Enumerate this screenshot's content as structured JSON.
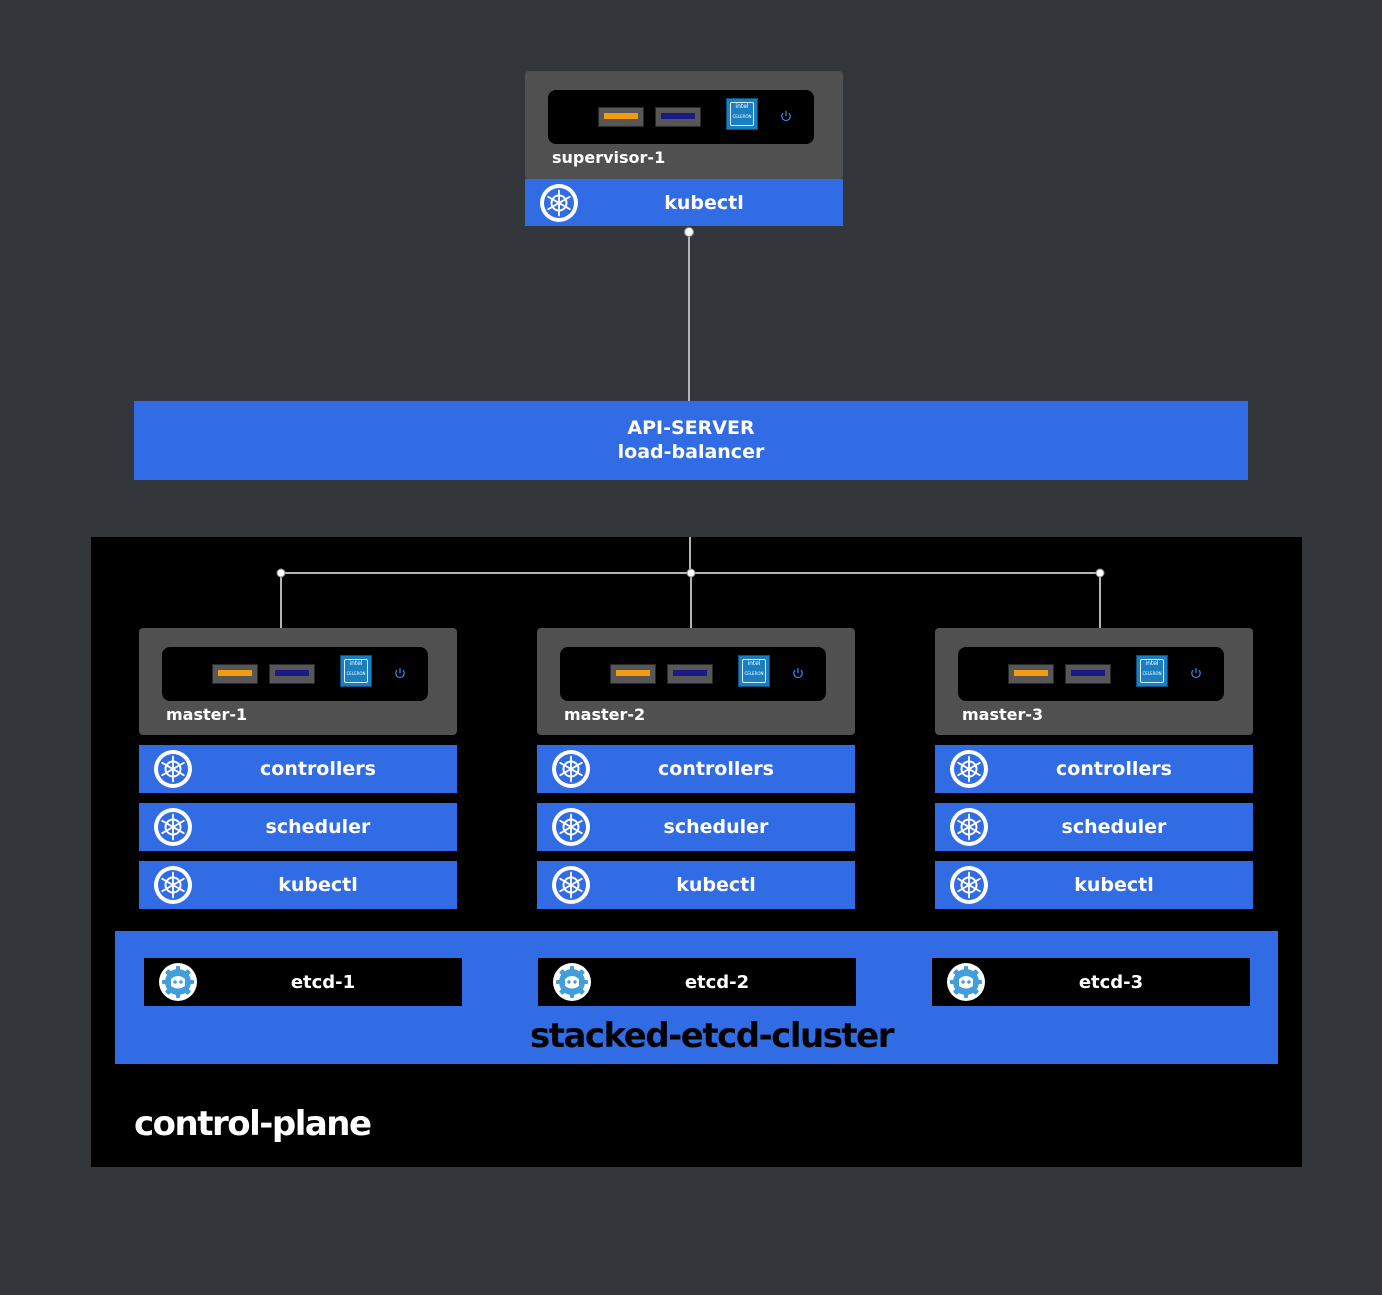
{
  "supervisor": {
    "name": "supervisor-1",
    "service": "kubectl"
  },
  "load_balancer": {
    "line1": "API-SERVER",
    "line2": "load-balancer"
  },
  "masters": [
    {
      "name": "master-1",
      "services": [
        "controllers",
        "scheduler",
        "kubectl"
      ]
    },
    {
      "name": "master-2",
      "services": [
        "controllers",
        "scheduler",
        "kubectl"
      ]
    },
    {
      "name": "master-3",
      "services": [
        "controllers",
        "scheduler",
        "kubectl"
      ]
    }
  ],
  "etcd": {
    "members": [
      "etcd-1",
      "etcd-2",
      "etcd-3"
    ],
    "cluster_label": "stacked-etcd-cluster"
  },
  "control_plane_label": "control-plane",
  "chip": {
    "brand": "intel",
    "model": "CELERON",
    "tag": "inside"
  },
  "icons": {
    "service": "kubernetes-helm-icon",
    "etcd": "etcd-icon",
    "power": "power-icon"
  },
  "colors": {
    "background": "#33373b",
    "accent": "#326ce5",
    "usb_orange": "#f39c12",
    "usb_blue": "#1a1a86",
    "panel": "#000000"
  }
}
